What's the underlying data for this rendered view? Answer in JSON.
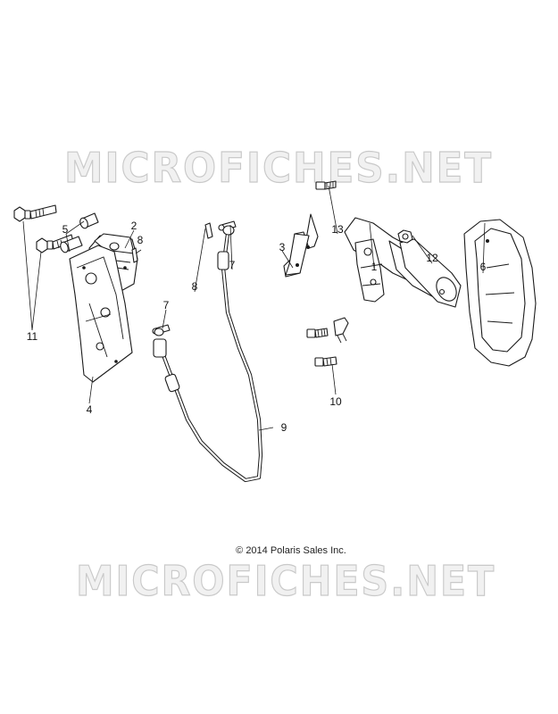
{
  "watermark": {
    "top_text": "MICROFICHES.NET",
    "bottom_text": "MICROFICHES.NET"
  },
  "copyright": "© 2014 Polaris Sales Inc.",
  "callouts": [
    "1",
    "2",
    "3",
    "4",
    "5",
    "6",
    "7",
    "7",
    "8",
    "8",
    "9",
    "10",
    "11",
    "12",
    "13"
  ]
}
